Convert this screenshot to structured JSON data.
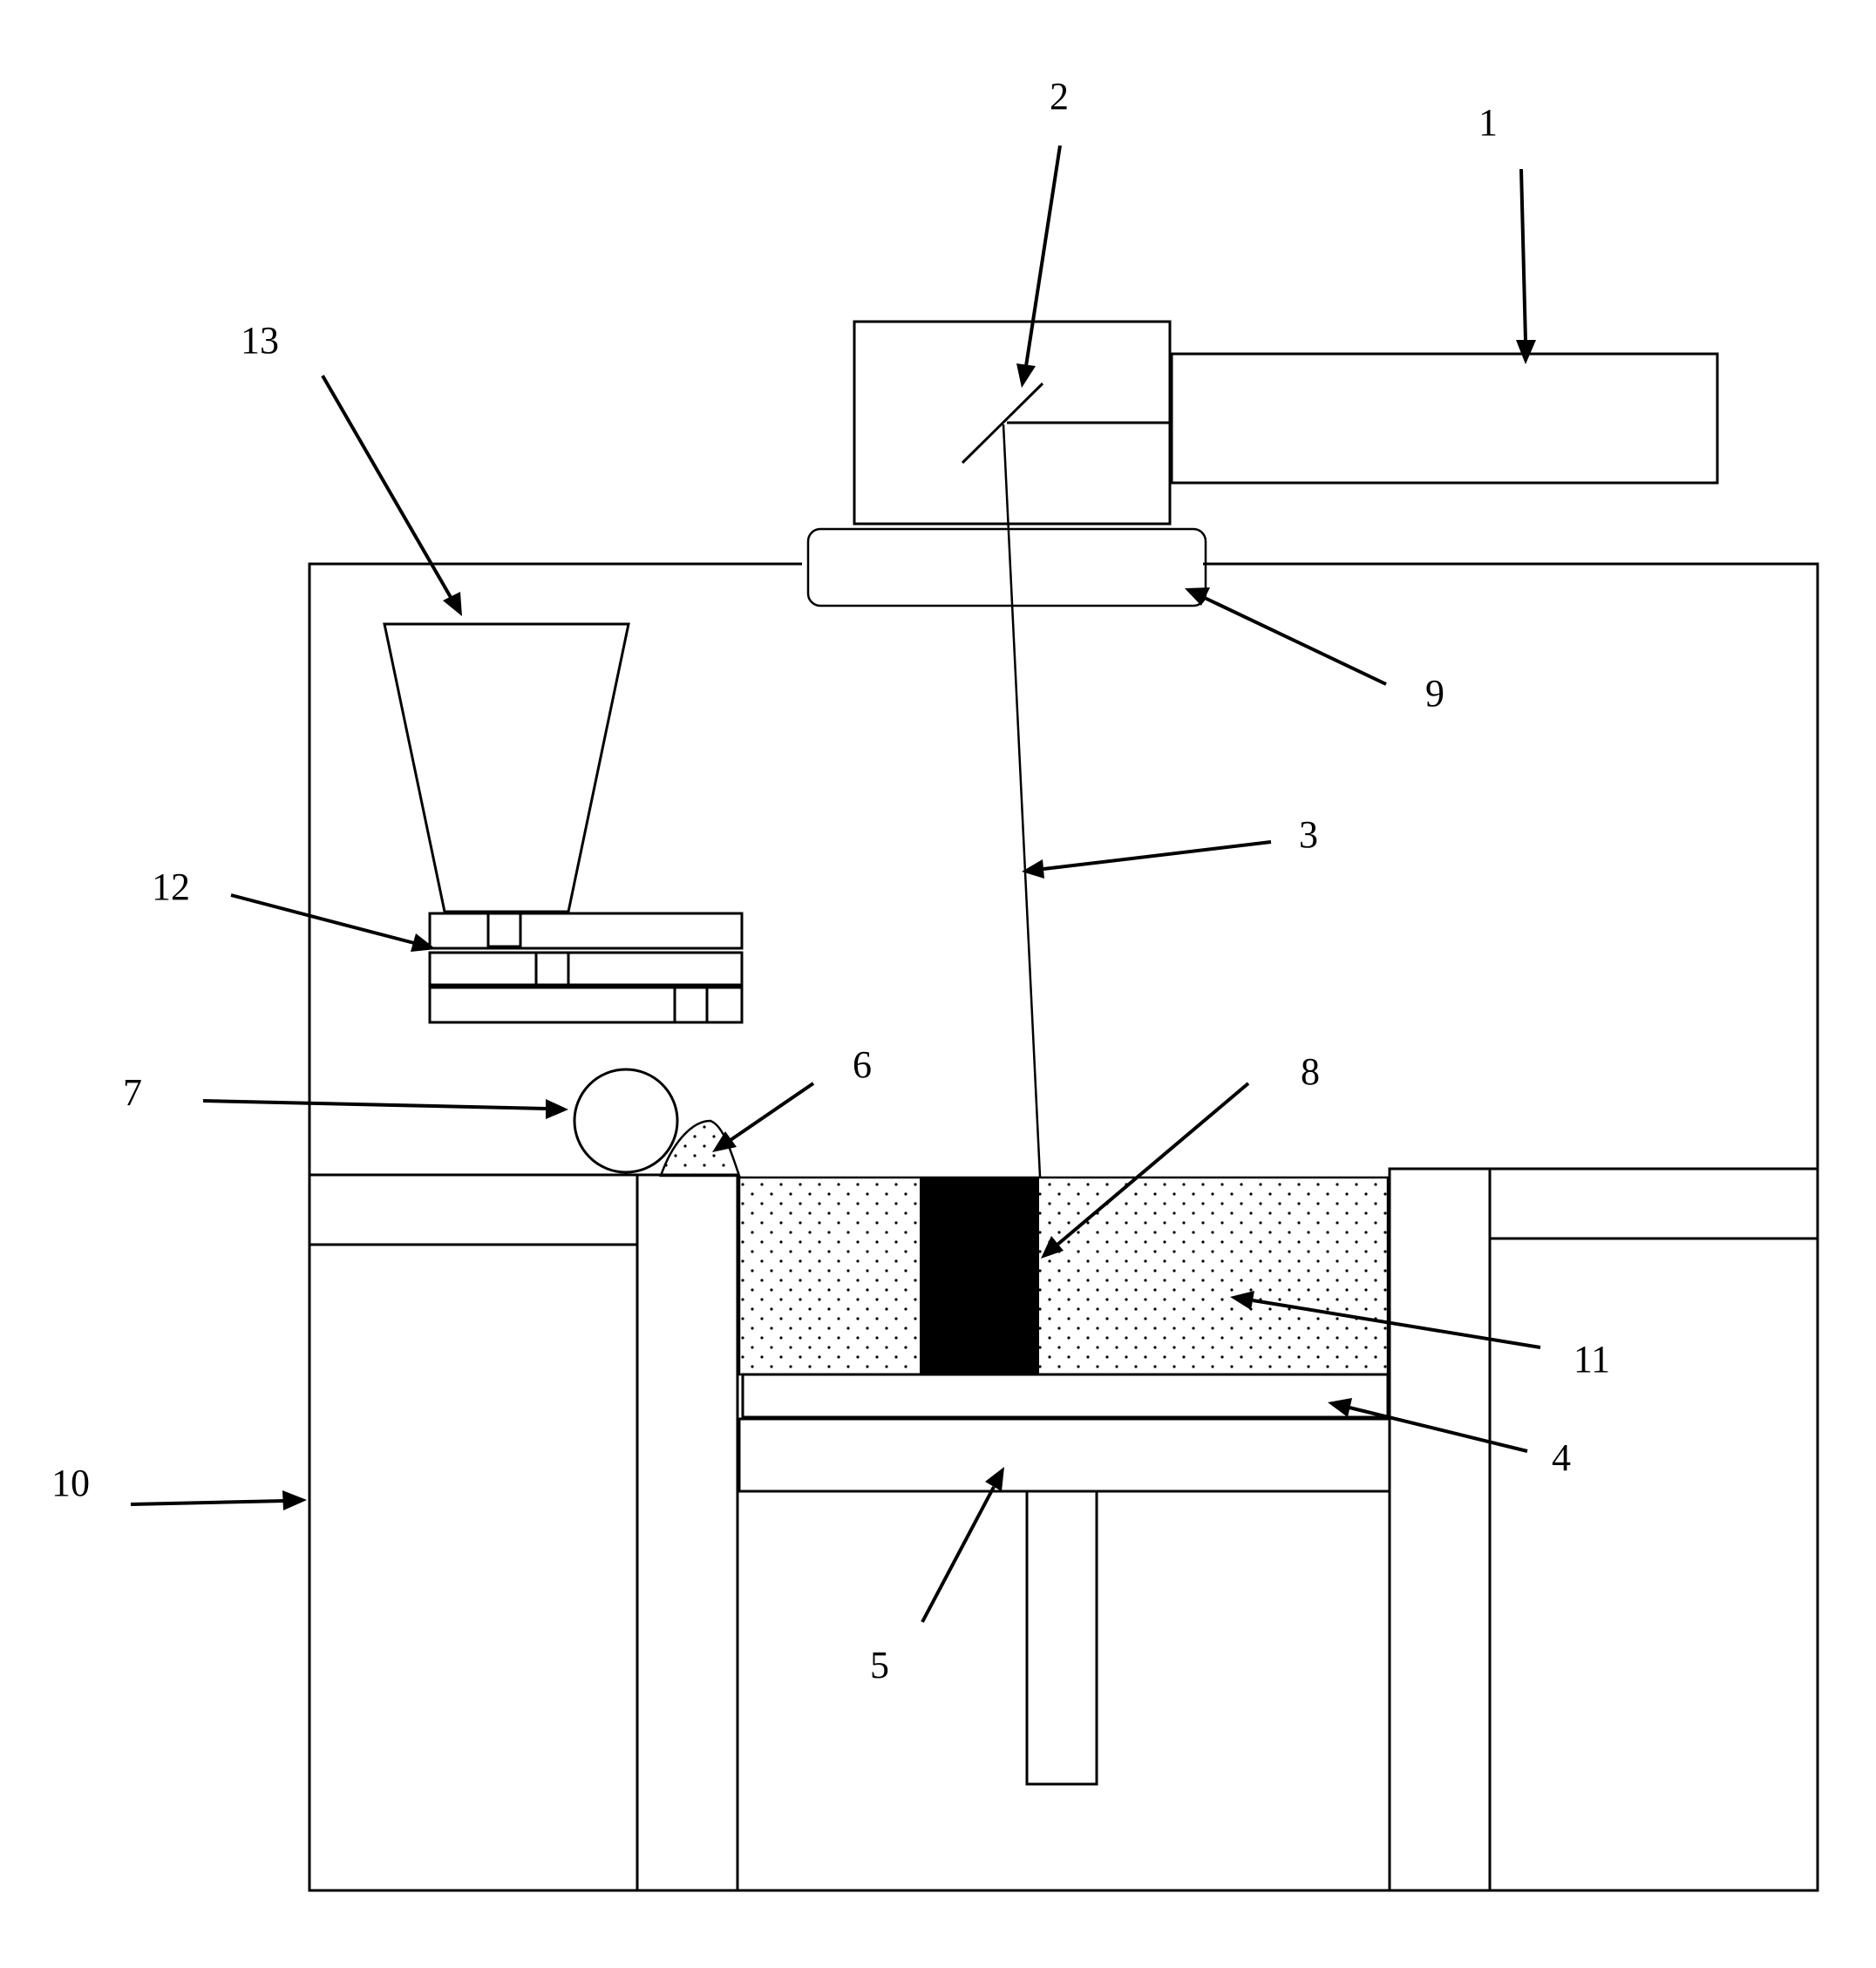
{
  "colors": {
    "line": "#000000",
    "background": "#ffffff",
    "part": "#000000",
    "powder_dot": "#000000"
  },
  "labels": {
    "l1": "1",
    "l2": "2",
    "l3": "3",
    "l4": "4",
    "l5": "5",
    "l6": "6",
    "l7": "7",
    "l8": "8",
    "l9": "9",
    "l10": "10",
    "l11": "11",
    "l12": "12",
    "l13": "13"
  }
}
